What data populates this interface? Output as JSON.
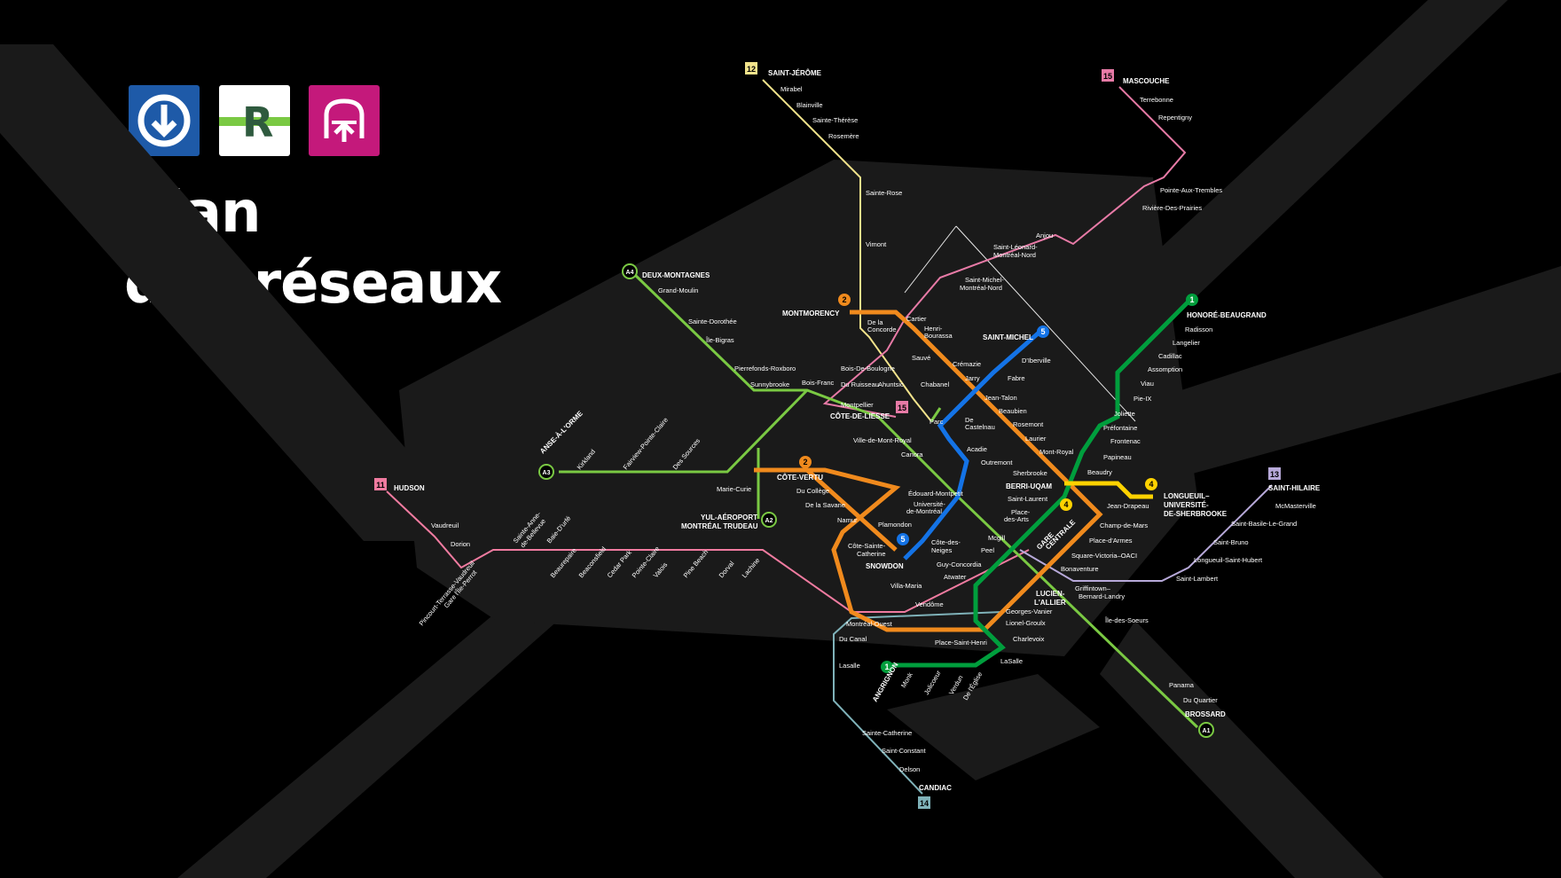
{
  "title": {
    "line1": "Plan",
    "line2": "des réseaux"
  },
  "logos": [
    {
      "name": "metro-logo",
      "color": "#1e5aa8",
      "icon": "down-arrow-circle-icon"
    },
    {
      "name": "rem-logo",
      "color": "#ffffff",
      "accent": "#2e7d4f",
      "letter": "R"
    },
    {
      "name": "exo-train-logo",
      "color": "#c4197b",
      "icon": "train-arrow-icon"
    }
  ],
  "colors": {
    "green": "#009e3d",
    "orange": "#f08a1d",
    "yellow": "#ffd200",
    "blue": "#1473e6",
    "rem": "#7ac943",
    "exo11": "#f07ba0",
    "exo12": "#f2e38b",
    "exo13": "#b7a9d9",
    "exo14": "#7fb2b9",
    "exo15": "#e77aa6",
    "background": "#000000",
    "land": "#1a1a1a"
  },
  "lines": {
    "green": "1",
    "orange": "2",
    "yellow": "4",
    "blue": "5",
    "rem_a1": "A1",
    "rem_a2": "A2",
    "rem_a3": "A3",
    "rem_a4": "A4",
    "exo11": "11",
    "exo12": "12",
    "exo13": "13",
    "exo14": "14",
    "exo15": "15"
  },
  "terminals": {
    "saint_jerome": "SAINT-JÉRÔME",
    "mascouche": "MASCOUCHE",
    "honore_beaugrand": "HONORÉ-BEAUGRAND",
    "deux_montagnes": "DEUX-MONTAGNES",
    "montmorency": "MONTMORENCY",
    "saint_michel": "SAINT-MICHEL",
    "cote_de_liesse": "CÔTE-DE-LIESSE",
    "anse_a_lorme": "ANSE-À-L'ORME",
    "cote_vertu": "CÔTE-VERTU",
    "hudson": "HUDSON",
    "berri_uqam": "BERRI-UQAM",
    "longueuil_1": "LONGUEUIL–",
    "longueuil_2": "UNIVERSITÉ-",
    "longueuil_3": "DE-SHERBROOKE",
    "saint_hilaire": "SAINT-HILAIRE",
    "yul_1": "YUL-AÉROPORT",
    "yul_2": "MONTRÉAL TRUDEAU",
    "gare_centrale_1": "GARE",
    "gare_centrale_2": "CENTRALE",
    "snowdon": "SNOWDON",
    "lucien_1": "LUCIEN-",
    "lucien_2": "L'ALLIER",
    "angrignon": "ANGRIGNON",
    "brossard": "BROSSARD",
    "candiac": "CANDIAC"
  },
  "stations": {
    "mirabel": "Mirabel",
    "blainville": "Blainville",
    "sainte_therese": "Sainte-Thérèse",
    "rosemere": "Rosemère",
    "sainte_rose": "Sainte-Rose",
    "vimont": "Vimont",
    "terrebonne": "Terrebonne",
    "repentigny": "Repentigny",
    "pointe_aux_trembles": "Pointe-Aux-Trembles",
    "riviere_des_prairies": "Rivière-Des-Prairies",
    "anjou": "Anjou",
    "saint_leonard_1": "Saint-Léonard-",
    "saint_leonard_2": "Montréal-Nord",
    "saint_michel_1": "Saint-Michel-",
    "saint_michel_2": "Montréal-Nord",
    "grand_moulin": "Grand-Moulin",
    "sainte_dorothee": "Sainte-Dorothée",
    "ile_bigras": "Île-Bigras",
    "pierrefonds": "Pierrefonds-Roxboro",
    "sunnybrooke": "Sunnybrooke",
    "bois_franc": "Bois-Franc",
    "bois_de_boulogne": "Bois-De-Boulogne",
    "du_ruisseau": "Du Ruisseau",
    "ahuntsic": "Ahuntsic",
    "chabanel": "Chabanel",
    "montpellier": "Montpellier",
    "ville_de_mont_royal": "Ville-de-Mont-Royal",
    "canora": "Canora",
    "kirkland": "Kirkland",
    "fairview": "Fairview-Pointe-Claire",
    "des_sources": "Des Sources",
    "marie_curie": "Marie-Curie",
    "de_la_concorde_1": "De la",
    "de_la_concorde_2": "Concorde",
    "cartier": "Cartier",
    "henri_1": "Henri-",
    "henri_2": "Bourassa",
    "sauve": "Sauvé",
    "cremazie": "Crémazie",
    "jarry": "Jarry",
    "jean_talon": "Jean-Talon",
    "de_castelnau_1": "De",
    "de_castelnau_2": "Castelnau",
    "parc": "Parc",
    "d_iberville": "D'Iberville",
    "fabre": "Fabre",
    "beaubien": "Beaubien",
    "rosemont": "Rosemont",
    "laurier": "Laurier",
    "mont_royal": "Mont-Royal",
    "sherbrooke": "Sherbrooke",
    "acadie": "Acadie",
    "outremont": "Outremont",
    "edouard_montpetit": "Édouard-Montpetit",
    "universite_1": "Université-",
    "universite_2": "de-Montréal",
    "du_college": "Du Collège",
    "de_la_savane": "De la Savane",
    "namur": "Namur",
    "plamondon": "Plamondon",
    "cote_sainte_1": "Côte-Sainte-",
    "cote_sainte_2": "Catherine",
    "cote_des_1": "Côte-des-",
    "cote_des_2": "Neiges",
    "guy_concordia": "Guy-Concordia",
    "atwater": "Atwater",
    "peel": "Peel",
    "mcgill": "Mcgill",
    "saint_laurent": "Saint-Laurent",
    "place_des_1": "Place-",
    "place_des_2": "des-Arts",
    "villa_maria": "Villa-Maria",
    "vendome": "Vendôme",
    "place_saint_henri": "Place-Saint-Henri",
    "georges_vanier": "Georges-Vanier",
    "lionel_groulx": "Lionel-Groulx",
    "charlevoix": "Charlevoix",
    "lasalle": "LaSalle",
    "de_l_eglise": "De l'Église",
    "verdun": "Verdun",
    "jolicoeur": "Jolicoeur",
    "monk": "Monk",
    "champ_de_mars": "Champ-de-Mars",
    "place_d_armes": "Place-d'Armes",
    "square_victoria": "Square-Victoria–OACI",
    "bonaventure": "Bonaventure",
    "griffintown_1": "Griffintown–",
    "griffintown_2": "Bernard-Landry",
    "ile_des_soeurs": "Île-des-Soeurs",
    "panama": "Panama",
    "du_quartier": "Du Quartier",
    "radisson": "Radisson",
    "langelier": "Langelier",
    "cadillac": "Cadillac",
    "assomption": "Assomption",
    "viau": "Viau",
    "pie_ix": "Pie-IX",
    "joliette": "Joliette",
    "prefontaine": "Préfontaine",
    "frontenac": "Frontenac",
    "papineau": "Papineau",
    "beaudry": "Beaudry",
    "jean_drapeau": "Jean-Drapeau",
    "mcmasterville": "McMasterville",
    "saint_basile": "Saint-Basile-Le-Grand",
    "saint_bruno": "Saint-Bruno",
    "longueuil_saint_hubert": "Longueuil-Saint-Hubert",
    "saint_lambert": "Saint-Lambert",
    "vaudreuil": "Vaudreuil",
    "dorion": "Dorion",
    "pincourt": "Pincourt-Terrasse-Vaudreuil",
    "ile_perrot": "Gare l'Île-Perrot",
    "sainte_anne_1": "Sainte-Anne-",
    "sainte_anne_2": "de-Bellevue",
    "baie_d_urfe": "Baie-D'urfé",
    "beaurepaire": "Beaurepaire",
    "beaconsfield": "Beaconsfield",
    "cedar_park": "Cedar Park",
    "pointe_claire": "Pointe-Claire",
    "valois": "Valois",
    "pine_beach": "Pine Beach",
    "dorval": "Dorval",
    "lachine": "Lachine",
    "montreal_ouest": "Montréal-Ouest",
    "du_canal": "Du Canal",
    "lasalle_exo": "Lasalle",
    "sainte_catherine": "Sainte-Catherine",
    "saint_constant": "Saint-Constant",
    "delson": "Delson"
  }
}
